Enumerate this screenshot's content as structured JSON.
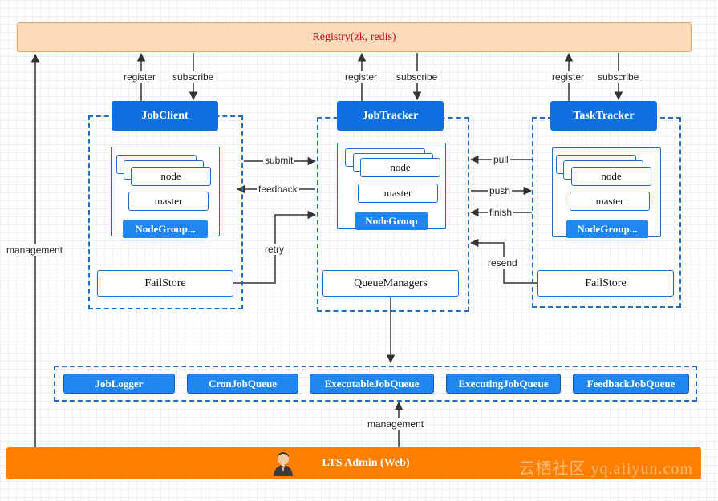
{
  "registry": {
    "label": "Registry(zk, redis)"
  },
  "admin": {
    "label": "LTS Admin (Web)",
    "watermark": "云栖社区 yq.aliyun.com"
  },
  "job_client": {
    "title": "JobClient",
    "node": "node",
    "master": "master",
    "node_group": "NodeGroup...",
    "fail_store": "FailStore"
  },
  "job_tracker": {
    "title": "JobTracker",
    "node": "node",
    "master": "master",
    "node_group": "NodeGroup",
    "queue_managers": "QueueManagers"
  },
  "task_tracker": {
    "title": "TaskTracker",
    "node": "node",
    "master": "master",
    "node_group": "NodeGroup...",
    "fail_store": "FailStore"
  },
  "queues": [
    "JobLogger",
    "CronJobQueue",
    "ExecutableJobQueue",
    "ExecutingJobQueue",
    "FeedbackJobQueue"
  ],
  "edge_labels": {
    "register": "register",
    "subscribe": "subscribe",
    "management": "management",
    "submit": "submit",
    "feedback": "feedback",
    "retry": "retry",
    "pull": "pull",
    "push": "push",
    "finish": "finish",
    "resend": "resend"
  }
}
